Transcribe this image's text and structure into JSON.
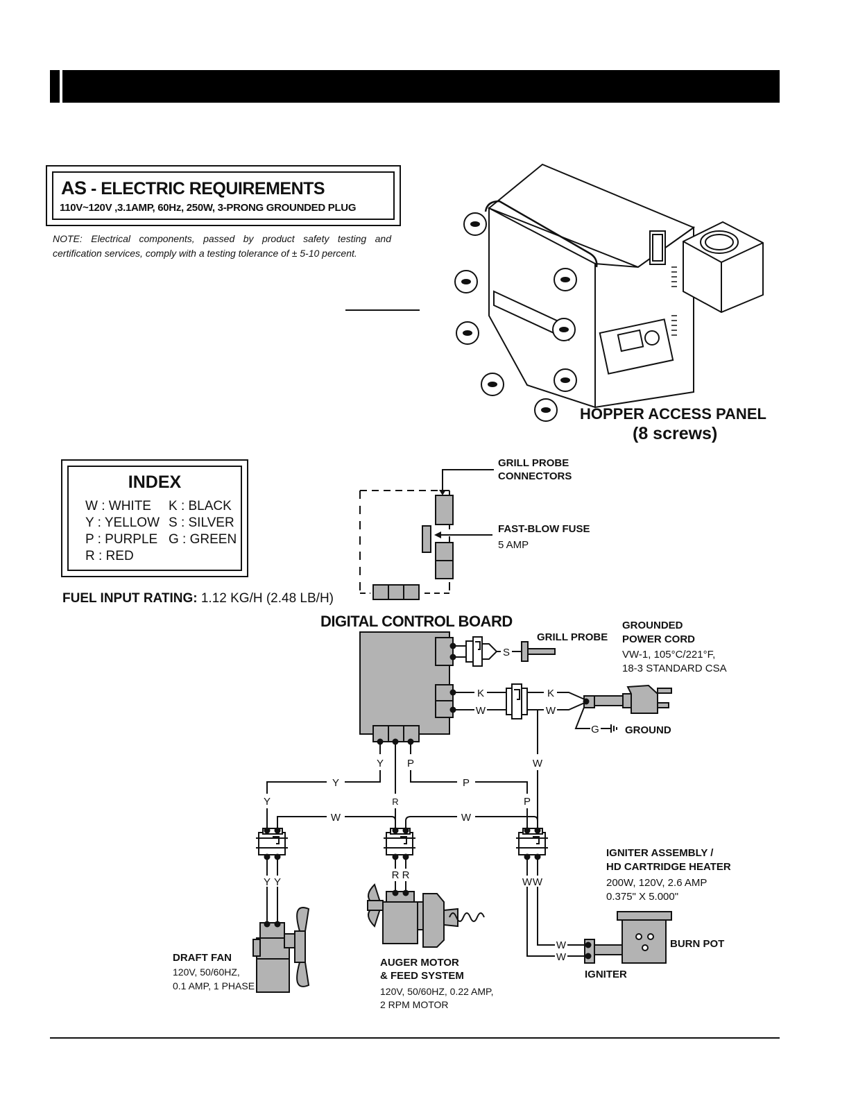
{
  "electric": {
    "title_prefix": "AS",
    "title_dash": "-",
    "title": "ELECTRIC REQUIREMENTS",
    "subtitle": "110V~120V ,3.1AMP, 60Hz, 250W, 3-PRONG GROUNDED PLUG",
    "note": "NOTE: Electrical components, passed by product safety testing and certification services, comply with a testing tolerance of ± 5-10 percent."
  },
  "hopper": {
    "label": "HOPPER ACCESS PANEL",
    "screws": "(8 screws)"
  },
  "index": {
    "title": "INDEX",
    "entries": [
      "W : WHITE",
      "Y : YELLOW",
      "P : PURPLE",
      "R : RED",
      "K : BLACK",
      "S : SILVER",
      "G : GREEN"
    ]
  },
  "fuel": {
    "label": "FUEL INPUT RATING:",
    "value": "1.12 KG/H (2.48 LB/H)"
  },
  "board": {
    "probe_connectors": [
      "GRILL PROBE",
      "CONNECTORS"
    ],
    "fuse_title": "FAST-BLOW FUSE",
    "fuse_value": "5 AMP",
    "title": "DIGITAL CONTROL BOARD"
  },
  "components": {
    "grill_probe": "GRILL PROBE",
    "power_cord_title": [
      "GROUNDED",
      "POWER CORD"
    ],
    "power_cord_spec": [
      "VW-1, 105°C/221°F,",
      "18-3 STANDARD CSA"
    ],
    "ground": "GROUND",
    "igniter_title": [
      "IGNITER ASSEMBLY /",
      "HD CARTRIDGE HEATER"
    ],
    "igniter_spec": [
      "200W, 120V, 2.6 AMP",
      "0.375\" X 5.000\""
    ],
    "burn_pot": "BURN POT",
    "igniter": "IGNITER",
    "draft_fan_title": "DRAFT FAN",
    "draft_fan_spec": [
      "120V, 50/60HZ,",
      "0.1 AMP, 1 PHASE"
    ],
    "auger_title": [
      "AUGER MOTOR",
      "& FEED SYSTEM"
    ],
    "auger_spec": [
      "120V, 50/60HZ, 0.22 AMP,",
      "2 RPM MOTOR"
    ]
  },
  "wire_letters": {
    "S": "S",
    "K": "K",
    "W": "W",
    "G": "G",
    "Y": "Y",
    "P": "P",
    "R": "R"
  },
  "colors": {
    "component_gray": "#b3b3b3",
    "line": "#111111",
    "background": "#ffffff"
  }
}
